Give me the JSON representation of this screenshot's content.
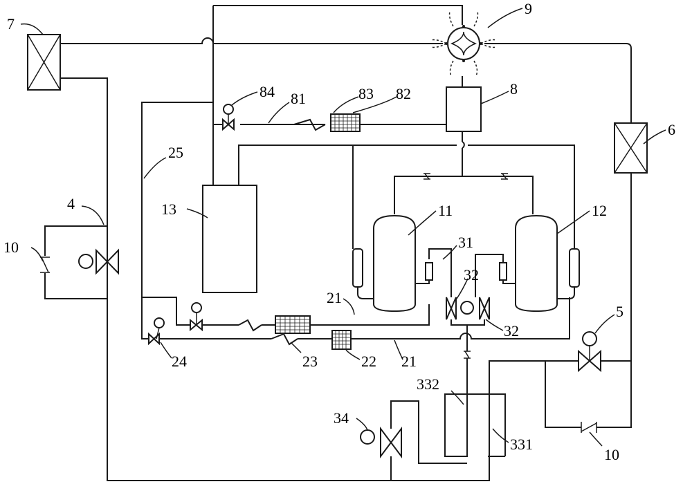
{
  "figure": {
    "callouts": [
      {
        "id": "c7",
        "text": "7"
      },
      {
        "id": "c9",
        "text": "9"
      },
      {
        "id": "c84",
        "text": "84"
      },
      {
        "id": "c81",
        "text": "81"
      },
      {
        "id": "c83",
        "text": "83"
      },
      {
        "id": "c82",
        "text": "82"
      },
      {
        "id": "c8",
        "text": "8"
      },
      {
        "id": "c6",
        "text": "6"
      },
      {
        "id": "c25",
        "text": "25"
      },
      {
        "id": "c13",
        "text": "13"
      },
      {
        "id": "c11",
        "text": "11"
      },
      {
        "id": "c12",
        "text": "12"
      },
      {
        "id": "c4",
        "text": "4"
      },
      {
        "id": "c10a",
        "text": "10"
      },
      {
        "id": "c31",
        "text": "31"
      },
      {
        "id": "c32a",
        "text": "32"
      },
      {
        "id": "c32b",
        "text": "32"
      },
      {
        "id": "c21a",
        "text": "21"
      },
      {
        "id": "c21b",
        "text": "21"
      },
      {
        "id": "c5",
        "text": "5"
      },
      {
        "id": "c24",
        "text": "24"
      },
      {
        "id": "c23",
        "text": "23"
      },
      {
        "id": "c22",
        "text": "22"
      },
      {
        "id": "c332",
        "text": "332"
      },
      {
        "id": "c34",
        "text": "34"
      },
      {
        "id": "c331",
        "text": "331"
      },
      {
        "id": "c10b",
        "text": "10"
      }
    ],
    "stroke_color": "#1a1a1a",
    "background": "#ffffff"
  }
}
